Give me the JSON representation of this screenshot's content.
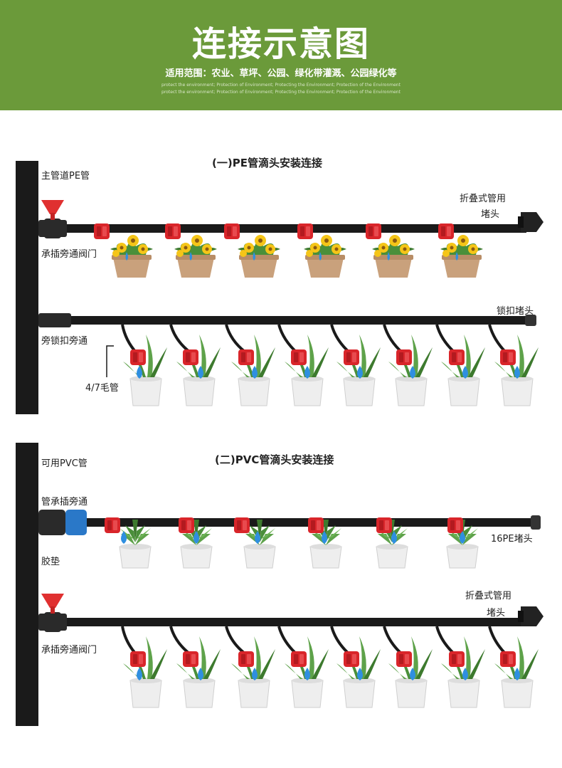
{
  "header": {
    "title": "连接示意图",
    "subtitle": "适用范围：农业、草坪、公园、绿化带灌溉、公园绿化等",
    "fine_line_1": "protect the environment; Protection of Environment; Protecting the Environment; Protection of the Environment",
    "fine_line_2": "protect the environment; Protection of Environment; Protecting the Environment; Protection of the Environment"
  },
  "section1": {
    "title": "(一)PE管滴头安装连接",
    "labels": {
      "main_pipe": "主管道PE管",
      "valve": "承插旁通阀门",
      "fold_cap_line1": "折叠式管用",
      "fold_cap_line2": "堵头",
      "lock_cap": "锁扣堵头",
      "lock_bypass": "旁锁扣旁通",
      "capillary": "4/7毛管"
    }
  },
  "section2": {
    "title": "(二)PVC管滴头安装连接",
    "labels": {
      "pvc_pipe": "可用PVC管",
      "pipe_bypass": "管承插旁通",
      "gasket": "胶垫",
      "pe_cap": "16PE堵头",
      "fold_cap_line1": "折叠式管用",
      "fold_cap_line2": "堵头",
      "valve": "承插旁通阀门"
    }
  },
  "icons": {
    "flower_pot": "flower-pot-icon",
    "snake_plant": "snake-plant-icon",
    "succulent": "succulent-icon",
    "dripper": "dripper-icon",
    "valve": "valve-icon",
    "end_cap": "end-cap-icon"
  },
  "colors": {
    "header_bg": "#6b9a3a",
    "pipe": "#1a1a1a",
    "dripper": "#d9252a",
    "water": "#2f8fe0",
    "pot_clay": "#c9a17c",
    "pot_white": "#eeeeee",
    "leaf": "#4a8f3a",
    "flower": "#f5c518"
  }
}
